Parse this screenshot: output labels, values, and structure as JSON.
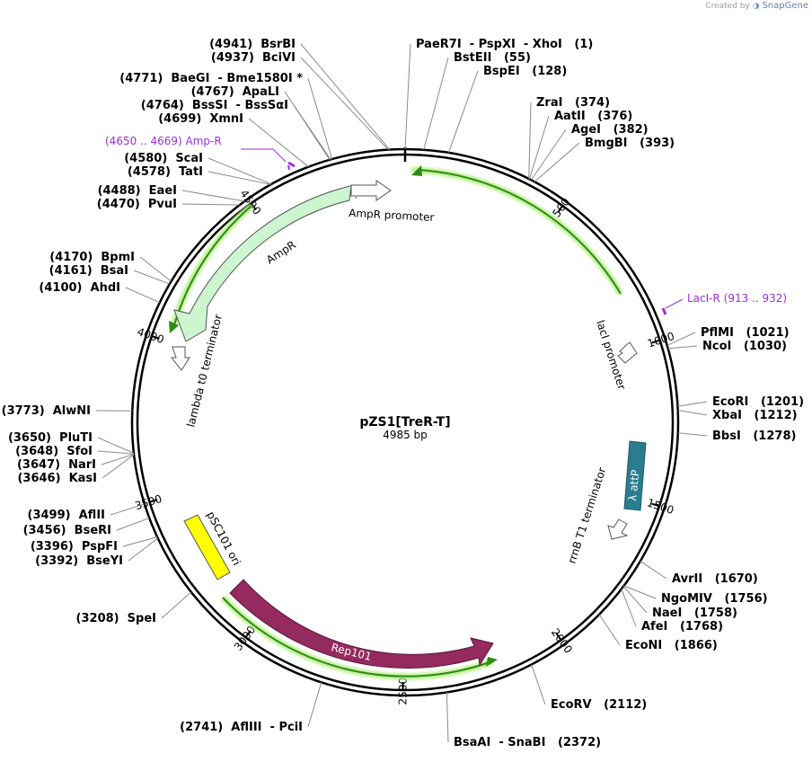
{
  "credit": {
    "prefix": "Created by",
    "brand": "SnapGene"
  },
  "plasmid": {
    "name": "pZS1[TreR-T]",
    "size_label": "4985 bp",
    "length": 4985
  },
  "ticks": [
    {
      "pos": 500,
      "label": "500"
    },
    {
      "pos": 1000,
      "label": "1000"
    },
    {
      "pos": 1500,
      "label": "1500"
    },
    {
      "pos": 2000,
      "label": "2000"
    },
    {
      "pos": 2500,
      "label": "2500"
    },
    {
      "pos": 3000,
      "label": "3000"
    },
    {
      "pos": 3500,
      "label": "3500"
    },
    {
      "pos": 4000,
      "label": "4000"
    },
    {
      "pos": 4500,
      "label": "4500"
    }
  ],
  "sites": [
    {
      "pos": 4941,
      "label": "(4941)  BsrBI"
    },
    {
      "pos": 4937,
      "label": "(4937)  BciVI"
    },
    {
      "pos": 1,
      "label": "PaeR7I  - PspXI  - XhoI   (1)"
    },
    {
      "pos": 55,
      "label": "BstEII   (55)"
    },
    {
      "pos": 128,
      "label": "BspEI   (128)"
    },
    {
      "pos": 4771,
      "label": "(4771)  BaeGI  - Bme1580I *"
    },
    {
      "pos": 4767,
      "label": "(4767)  ApaLI"
    },
    {
      "pos": 4764,
      "label": "(4764)  BssSI  - BssSαI"
    },
    {
      "pos": 4699,
      "label": "(4699)  XmnI"
    },
    {
      "pos": 374,
      "label": "ZraI   (374)"
    },
    {
      "pos": 376,
      "label": "AatII   (376)"
    },
    {
      "pos": 382,
      "label": "AgeI   (382)"
    },
    {
      "pos": 393,
      "label": "BmgBI   (393)"
    },
    {
      "pos": 4580,
      "label": "(4580)  ScaI"
    },
    {
      "pos": 4578,
      "label": "(4578)  TatI"
    },
    {
      "pos": 4488,
      "label": "(4488)  EaeI"
    },
    {
      "pos": 4470,
      "label": "(4470)  PvuI"
    },
    {
      "pos": 4170,
      "label": "(4170)  BpmI"
    },
    {
      "pos": 4161,
      "label": "(4161)  BsaI"
    },
    {
      "pos": 4100,
      "label": "(4100)  AhdI"
    },
    {
      "pos": 1021,
      "label": "PflMI   (1021)"
    },
    {
      "pos": 1030,
      "label": "NcoI   (1030)"
    },
    {
      "pos": 3773,
      "label": "(3773)  AlwNI"
    },
    {
      "pos": 1201,
      "label": "EcoRI   (1201)"
    },
    {
      "pos": 1212,
      "label": "XbaI   (1212)"
    },
    {
      "pos": 1278,
      "label": "BbsI   (1278)"
    },
    {
      "pos": 3650,
      "label": "(3650)  PluTI"
    },
    {
      "pos": 3648,
      "label": "(3648)  SfoI"
    },
    {
      "pos": 3647,
      "label": "(3647)  NarI"
    },
    {
      "pos": 3646,
      "label": "(3646)  KasI"
    },
    {
      "pos": 3499,
      "label": "(3499)  AflII"
    },
    {
      "pos": 3456,
      "label": "(3456)  BseRI"
    },
    {
      "pos": 3396,
      "label": "(3396)  PspFI"
    },
    {
      "pos": 3392,
      "label": "(3392)  BseYI"
    },
    {
      "pos": 1670,
      "label": "AvrII   (1670)"
    },
    {
      "pos": 1756,
      "label": "NgoMIV   (1756)"
    },
    {
      "pos": 1758,
      "label": "NaeI   (1758)"
    },
    {
      "pos": 1768,
      "label": "AfeI   (1768)"
    },
    {
      "pos": 1866,
      "label": "EcoNI   (1866)"
    },
    {
      "pos": 3208,
      "label": "(3208)  SpeI"
    },
    {
      "pos": 2112,
      "label": "EcoRV   (2112)"
    },
    {
      "pos": 2741,
      "label": "(2741)  AflIII  - PciI"
    },
    {
      "pos": 2372,
      "label": "BsaAI  - SnaBI   (2372)"
    }
  ],
  "primers": [
    {
      "label": "(4650 .. 4669)  Amp-R",
      "start": 4650,
      "end": 4669,
      "color": "#9b30d9"
    },
    {
      "label": "LacI-R   (913 .. 932)",
      "start": 913,
      "end": 932,
      "color": "#9b30d9"
    }
  ],
  "features": [
    {
      "name": "AmpR",
      "label": "AmpR",
      "color": "#ccf5d0"
    },
    {
      "name": "AmpR promoter",
      "label": "AmpR promoter",
      "color": "#ffffff"
    },
    {
      "name": "lacI promoter",
      "label": "lacI promoter",
      "color": "#ffffff"
    },
    {
      "name": "attP",
      "label": "λ attP",
      "color": "#2a7d90"
    },
    {
      "name": "rrnB T1 terminator",
      "label": "rrnB T1 terminator",
      "color": "#ffffff"
    },
    {
      "name": "lambda t0 terminator",
      "label": "lambda t0 terminator",
      "color": "#ffffff"
    },
    {
      "name": "pSC101 ori",
      "label": "pSC101 ori",
      "color": "#ffff00"
    },
    {
      "name": "Rep101",
      "label": "Rep101",
      "color": "#952a5e"
    }
  ],
  "orfs_color": "#2e8b17"
}
